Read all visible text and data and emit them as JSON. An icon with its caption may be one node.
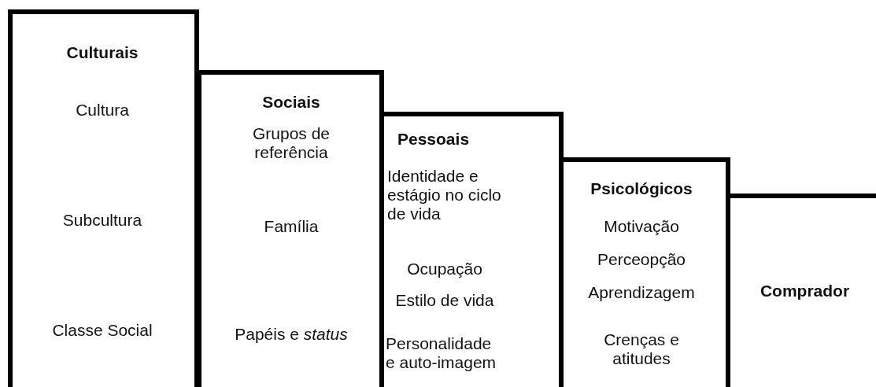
{
  "diagram": {
    "nodes": [
      {
        "text": [
          "Culturais",
          "Cultura",
          "Subcultura",
          "Classe Social"
        ]
      },
      {
        "text": [
          "Sociais",
          "Grupos de referência",
          "Família",
          "Papéis e *status*"
        ]
      },
      {
        "text": [
          "Pessoais",
          "Identidade e estágio no ciclo de vida",
          "Ocupação",
          "Estilo de vida",
          "Personalidade e auto-imagem"
        ]
      },
      {
        "text": [
          "Psicológicos",
          "Motivação",
          "Perceopção",
          "Aprendizagem",
          "Crenças e atitudes"
        ]
      },
      {
        "text": [
          "Comprador"
        ]
      }
    ],
    "edges": []
  }
}
